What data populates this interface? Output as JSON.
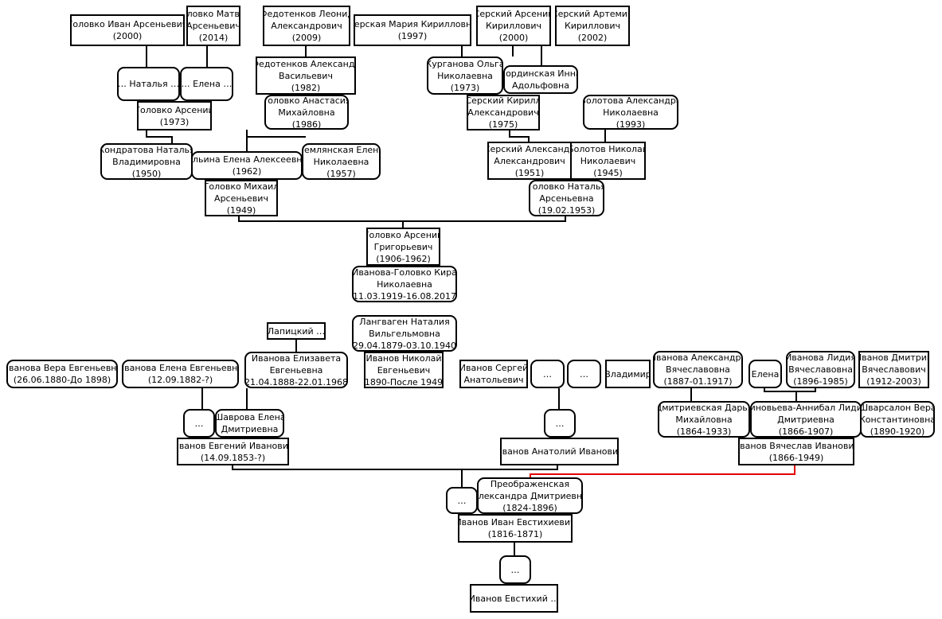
{
  "colors": {
    "line": "#000000",
    "highlight": "#e00000"
  },
  "people": [
    {
      "id": "p1",
      "lines": [
        "Головко Иван Арсеньевич",
        "(2000)"
      ],
      "female": false
    },
    {
      "id": "p2",
      "lines": [
        "Головко Матвей",
        "Арсеньевич",
        "(2014)"
      ],
      "female": false
    },
    {
      "id": "p3",
      "lines": [
        "Федотенков Леонид",
        "Александрович",
        "(2009)"
      ],
      "female": false
    },
    {
      "id": "p4",
      "lines": [
        "Серская Мария Кирилловна",
        "(1997)"
      ],
      "female": false
    },
    {
      "id": "p5",
      "lines": [
        "Серский Арсений",
        "Кириллович",
        "(2000)"
      ],
      "female": false
    },
    {
      "id": "p6",
      "lines": [
        "Серский Артемий",
        "Кириллович",
        "(2002)"
      ],
      "female": false
    },
    {
      "id": "p7",
      "lines": [
        "… Наталья …"
      ],
      "female": true
    },
    {
      "id": "p8",
      "lines": [
        "… Елена …"
      ],
      "female": true
    },
    {
      "id": "p9",
      "lines": [
        "Федотенков Александр",
        "Васильевич",
        "(1982)"
      ],
      "female": false
    },
    {
      "id": "p10",
      "lines": [
        "Курганова Ольга",
        "Николаевна",
        "(1973)"
      ],
      "female": true
    },
    {
      "id": "p11",
      "lines": [
        "Гординская Инна",
        "Адольфовна"
      ],
      "female": true
    },
    {
      "id": "p12",
      "lines": [
        "Головко Арсений",
        "(1973)"
      ],
      "female": false
    },
    {
      "id": "p13",
      "lines": [
        "Головко Анастасия",
        "Михайловна",
        "(1986)"
      ],
      "female": true
    },
    {
      "id": "p14",
      "lines": [
        "Серский Кирилл",
        "Александрович",
        "(1975)"
      ],
      "female": false
    },
    {
      "id": "p15",
      "lines": [
        "Болотова Александра",
        "Николаевна",
        "(1993)"
      ],
      "female": true
    },
    {
      "id": "p16",
      "lines": [
        "Кондратова Наталья",
        "Владимировна",
        "(1950)"
      ],
      "female": true
    },
    {
      "id": "p17",
      "lines": [
        "Ильина Елена Алексеевна",
        "(1962)"
      ],
      "female": true
    },
    {
      "id": "p18",
      "lines": [
        "Землянская Елена",
        "Николаевна",
        "(1957)"
      ],
      "female": true
    },
    {
      "id": "p19",
      "lines": [
        "Серский Александр",
        "Александрович",
        "(1951)"
      ],
      "female": false
    },
    {
      "id": "p20",
      "lines": [
        "Болотов Николай",
        "Николаевич",
        "(1945)"
      ],
      "female": false
    },
    {
      "id": "p21",
      "lines": [
        "Головко Михаил",
        "Арсеньевич",
        "(1949)"
      ],
      "female": false
    },
    {
      "id": "p22",
      "lines": [
        "Головко Наталья",
        "Арсеньевна",
        "(19.02.1953)"
      ],
      "female": true
    },
    {
      "id": "p23",
      "lines": [
        "Головко Арсений",
        "Григорьевич",
        "(1906-1962)"
      ],
      "female": false
    },
    {
      "id": "p24",
      "lines": [
        "Иванова-Головко Кира",
        "Николаевна",
        "(11.03.1919-16.08.2017)"
      ],
      "female": true
    },
    {
      "id": "p25",
      "lines": [
        "Лапицкий …"
      ],
      "female": false
    },
    {
      "id": "p26",
      "lines": [
        "Лангваген Наталия",
        "Вильгельмовна",
        "(29.04.1879-03.10.1940)"
      ],
      "female": true
    },
    {
      "id": "p27",
      "lines": [
        "Иванова Вера Евгеньевна",
        "(26.06.1880-До 1898)"
      ],
      "female": true
    },
    {
      "id": "p28",
      "lines": [
        "Иванова Елена Евгеньевна",
        "(12.09.1882-?)"
      ],
      "female": true
    },
    {
      "id": "p29",
      "lines": [
        "Иванова Елизавета",
        "Евгеньевна",
        "(21.04.1888-22.01.1968)"
      ],
      "female": true
    },
    {
      "id": "p30",
      "lines": [
        "Иванов Николай",
        "Евгеньевич",
        "(1890-После 1949)"
      ],
      "female": false
    },
    {
      "id": "p31",
      "lines": [
        "Иванов Сергей",
        "Анатольевич"
      ],
      "female": false
    },
    {
      "id": "p32",
      "lines": [
        "…"
      ],
      "female": true
    },
    {
      "id": "p33",
      "lines": [
        "…"
      ],
      "female": true
    },
    {
      "id": "p34",
      "lines": [
        "Владимир"
      ],
      "female": false
    },
    {
      "id": "p35",
      "lines": [
        "Иванова Александра",
        "Вячеславовна",
        "(1887-01.1917)"
      ],
      "female": true
    },
    {
      "id": "p36",
      "lines": [
        "Елена"
      ],
      "female": true
    },
    {
      "id": "p37",
      "lines": [
        "Иванова Лидия",
        "Вячеславовна",
        "(1896-1985)"
      ],
      "female": true
    },
    {
      "id": "p38",
      "lines": [
        "Иванов Дмитрий",
        "Вячеславович",
        "(1912-2003)"
      ],
      "female": false
    },
    {
      "id": "p39",
      "lines": [
        "…"
      ],
      "female": true
    },
    {
      "id": "p40",
      "lines": [
        "Шаврова Елена",
        "Дмитриевна"
      ],
      "female": true
    },
    {
      "id": "p41",
      "lines": [
        "…"
      ],
      "female": true
    },
    {
      "id": "p42",
      "lines": [
        "Дмитриевская Дарья",
        "Михайловна",
        "(1864-1933)"
      ],
      "female": true
    },
    {
      "id": "p43",
      "lines": [
        "Зиновьева-Аннибал Лидия",
        "Дмитриевна",
        "(1866-1907)"
      ],
      "female": true
    },
    {
      "id": "p44",
      "lines": [
        "Шварсалон Вера",
        "Константиновна",
        "(1890-1920)"
      ],
      "female": true
    },
    {
      "id": "p45",
      "lines": [
        "Иванов Евгений Иванович",
        "(14.09.1853-?)"
      ],
      "female": false
    },
    {
      "id": "p46",
      "lines": [
        "Иванов Анатолий Иванович"
      ],
      "female": false
    },
    {
      "id": "p47",
      "lines": [
        "Иванов Вячеслав Иванович",
        "(1866-1949)"
      ],
      "female": false
    },
    {
      "id": "p48",
      "lines": [
        "Преображенская",
        "Александра Дмитриевна",
        "(1824-1896)"
      ],
      "female": true
    },
    {
      "id": "p49",
      "lines": [
        "…"
      ],
      "female": true
    },
    {
      "id": "p50",
      "lines": [
        "Иванов Иван Евстихиевич",
        "(1816-1871)"
      ],
      "female": false
    },
    {
      "id": "p51",
      "lines": [
        "…"
      ],
      "female": true
    },
    {
      "id": "p52",
      "lines": [
        "Иванов Евстихий …"
      ],
      "female": false
    }
  ]
}
